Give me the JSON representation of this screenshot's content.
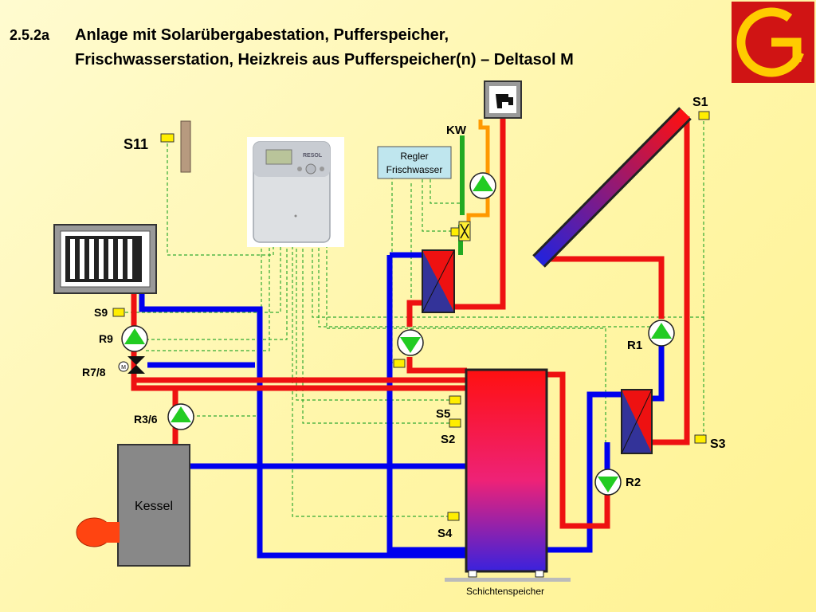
{
  "header": {
    "section_number": "2.5.2a",
    "title_line1": "Anlage mit Solarübergabestation, Pufferspeicher,",
    "title_line2": "Frischwasserstation, Heizkreis aus Pufferspeicher(n) – Deltasol M"
  },
  "logo": {
    "letter": "G",
    "accent_color": "#cc1111",
    "fill_color": "#ffcc00"
  },
  "controller": {
    "brand": "RESOL"
  },
  "fresh_water_controller": {
    "line1": "Regler",
    "line2": "Frischwasser"
  },
  "labels": {
    "cold_water": "KW",
    "boiler": "Kessel",
    "storage_tank": "Schichtenspeicher",
    "motor": "M"
  },
  "sensors": [
    "S1",
    "S11",
    "S9",
    "S5",
    "S2",
    "S4",
    "S3"
  ],
  "pumps": [
    "R9",
    "R7/8",
    "R3/6",
    "R1",
    "R2"
  ],
  "colors": {
    "hot_pipe": "#ee1111",
    "cold_pipe": "#0000ee",
    "return_pipe": "#22aa22",
    "dhw_pipe": "#ff9900",
    "signal_wire": "#33aa33",
    "sensor": "#ffee00",
    "pump_green": "#22cc22"
  }
}
